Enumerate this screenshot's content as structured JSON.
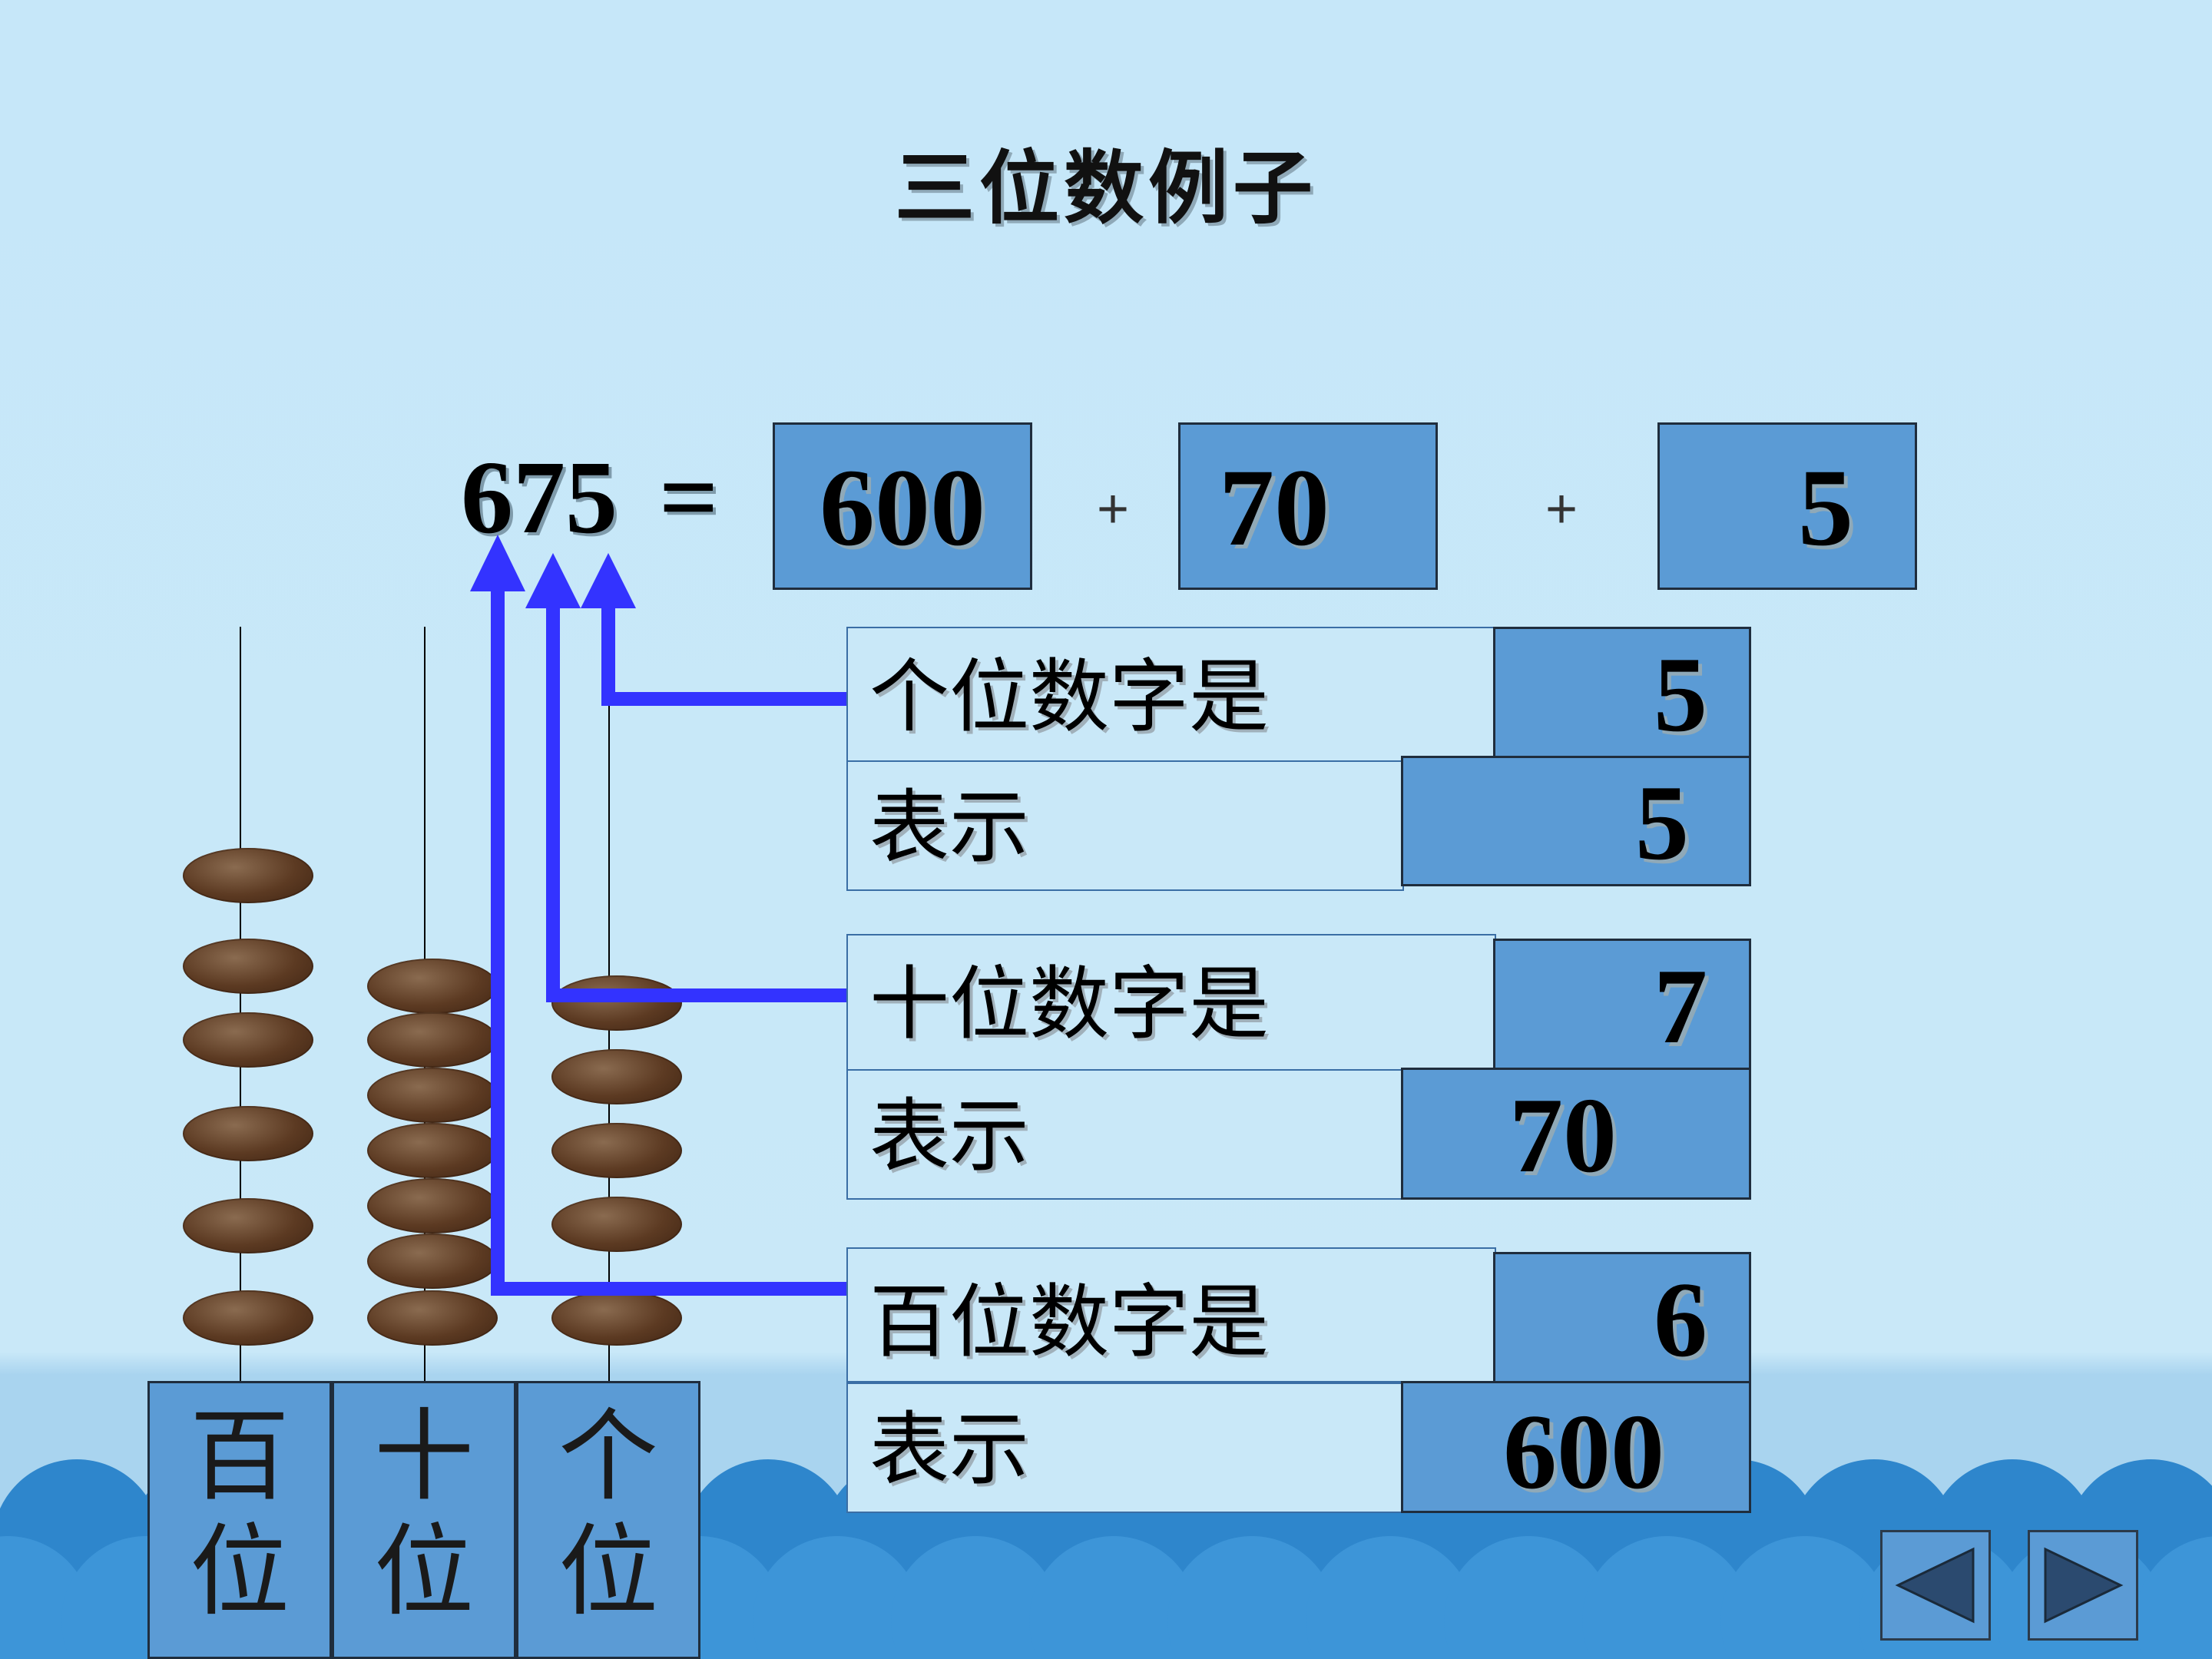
{
  "slide": {
    "title": "三位数例子",
    "equation": {
      "number": "675",
      "equals": "=",
      "terms": [
        "600",
        "70",
        "5"
      ],
      "plus": "+"
    },
    "rows": [
      {
        "place_label": "个位数字是",
        "digit": "5",
        "means_label": "表示",
        "value": "5"
      },
      {
        "place_label": "十位数字是",
        "digit": "7",
        "means_label": "表示",
        "value": "70"
      },
      {
        "place_label": "百位数字是",
        "digit": "6",
        "means_label": "表示",
        "value": "600"
      }
    ],
    "abacus": {
      "columns": [
        {
          "label_top": "百",
          "label_bottom": "位",
          "beads": 6
        },
        {
          "label_top": "十",
          "label_bottom": "位",
          "beads": 7
        },
        {
          "label_top": "个",
          "label_bottom": "位",
          "beads": 5
        }
      ]
    },
    "nav": {
      "prev": "previous-arrow-icon",
      "next": "next-arrow-icon"
    },
    "colors": {
      "box_blue": "#5b9bd5",
      "arrow_blue": "#3333ff",
      "background": "#c8e8f8",
      "bead_brown": "#5c3a22"
    }
  }
}
